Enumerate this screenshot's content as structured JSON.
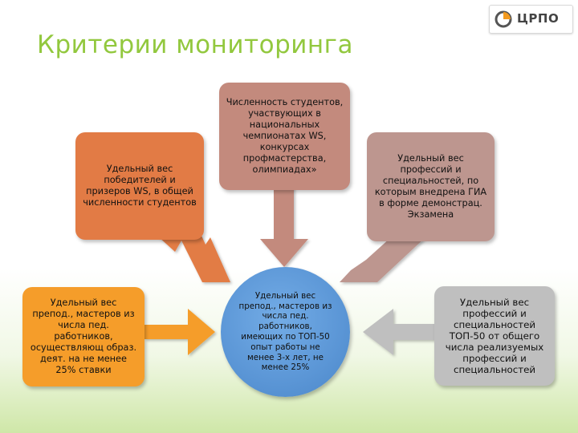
{
  "header": {
    "logo_text": "ЦРПО",
    "title": "Критерии мониторинга"
  },
  "boxes": {
    "top_left": "Удельный вес победителей и призеров WS, в общей численности студентов",
    "top_center": "Численность студентов, участвующих в национальных чемпионатах WS, конкурсах профмастерства, олимпиадах»",
    "top_right": "Удельный вес профессий и специальностей, по которым внедрена ГИА в форме демонстрац. Экзамена",
    "middle_left": "Удельный вес препод., мастеров из числа пед. работников, осуществляющ образ. деят. на не менее 25% ставки",
    "center_circle": "Удельный вес препод., мастеров из числа пед. работников, имеющих по ТОП-50 опыт работы не менее 3-х лет, не менее 25%",
    "middle_right": "Удельный вес профессий и специальностей ТОП-50 от общего числа реализуемых профессий и специальностей"
  },
  "colors": {
    "title": "#92c83e",
    "top_left": "#e27b45",
    "top_center": "#c38a7d",
    "top_right": "#bd968f",
    "middle_left": "#f59d2a",
    "center_circle": "#5b96d6",
    "middle_right": "#bfbfbf"
  }
}
